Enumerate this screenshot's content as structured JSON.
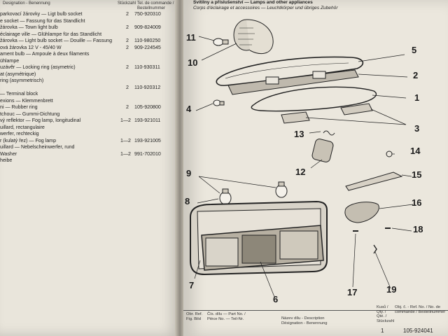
{
  "left_page": {
    "header": {
      "col1": "Designation - Benennung",
      "col2": "Stückzahl",
      "col3": "Tel. de commande / Bestellnummer"
    },
    "rows": [
      {
        "desc": "parkovací žárovky — Ligt bulb socket",
        "qty": "2",
        "part": "750-920310"
      },
      {
        "desc": "e socket — Fassung für das Standlicht",
        "qty": "",
        "part": ""
      },
      {
        "desc": "žárovka — Town light bulb",
        "qty": "2",
        "part": "909-824009"
      },
      {
        "desc": "éclairage ville — Glühlampe für das Standlicht",
        "qty": "",
        "part": ""
      },
      {
        "desc": "žárovka — Light bulb socket — Douille — Fassung",
        "qty": "2",
        "part": "110-980250"
      },
      {
        "desc": "ová žárovka 12 V - 45/40 W",
        "qty": "2",
        "part": "909-224545"
      },
      {
        "desc": "ament bulb — Ampoule à deux filaments",
        "qty": "",
        "part": ""
      },
      {
        "desc": "ühlampe",
        "qty": "",
        "part": ""
      },
      {
        "desc": "uzávěr — Locking ring (asymetric)",
        "qty": "2",
        "part": "110-930311"
      },
      {
        "desc": "at (asymétrique)",
        "qty": "",
        "part": ""
      },
      {
        "desc": "ring (asymmetrisch)",
        "qty": "",
        "part": ""
      },
      {
        "desc": "",
        "qty": "2",
        "part": "110-920312"
      },
      {
        "desc": "— Terminal block",
        "qty": "",
        "part": ""
      },
      {
        "desc": "exions — Klemmenbrett",
        "qty": "",
        "part": ""
      },
      {
        "desc": "ni — Rubber ring",
        "qty": "2",
        "part": "105-920800"
      },
      {
        "desc": "tchouc — Gummi-Dichtung",
        "qty": "",
        "part": ""
      },
      {
        "desc": "vý reflektor — Fog lamp, longitudinal",
        "qty": "1—2",
        "part": "193-921011"
      },
      {
        "desc": "uillard, rectangulaire",
        "qty": "",
        "part": ""
      },
      {
        "desc": "werfer, rechteckig",
        "qty": "",
        "part": ""
      },
      {
        "desc": "r (kulatý řez) — Fog lamp",
        "qty": "1—2",
        "part": "193-921005"
      },
      {
        "desc": "uillard — Nebelscheinwerfer, rund",
        "qty": "",
        "part": ""
      },
      {
        "desc": "Washer",
        "qty": "1—2",
        "part": "991-702010"
      },
      {
        "desc": "heibe",
        "qty": "",
        "part": ""
      }
    ]
  },
  "right_page": {
    "title_lines": [
      "Svítilny a příslušenství — Lamps and other appliances",
      "Corps d'éclairage et accessoires — Leuchtkörper und übriges Zubehör"
    ],
    "callouts": [
      "1",
      "2",
      "3",
      "4",
      "5",
      "6",
      "7",
      "8",
      "9",
      "10",
      "11",
      "12",
      "13",
      "14",
      "15",
      "16",
      "17",
      "18",
      "19"
    ],
    "footer": {
      "pos": "Obr. Ref. Fig. Bild",
      "pos_num": "Čís. dílu — Part No. / Pièce No. — Teil-Nr.",
      "naming": "Název dílu - Description",
      "naming2": "Désignation - Benennung",
      "qty": "Kusů / Qty. / Qté. / Stückzahl",
      "cat": "Obj. č. - Ref. No. / No. de commande / Bestellnummer",
      "row_qty": "1",
      "row_part": "105-924041"
    }
  }
}
